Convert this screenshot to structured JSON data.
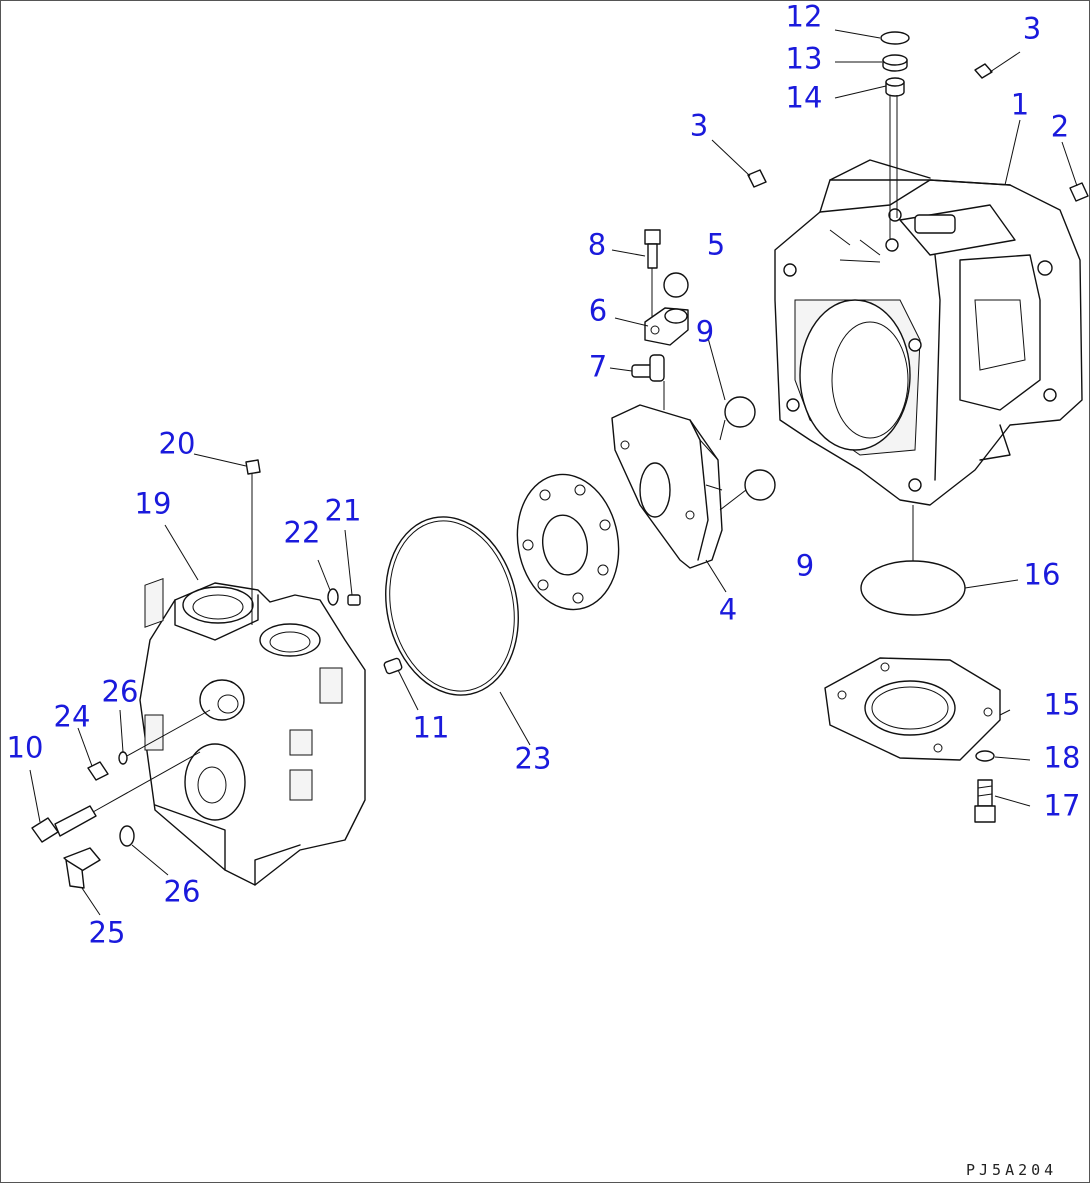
{
  "figure_code": "PJ5A204",
  "callouts": [
    {
      "id": "c12",
      "text": "12"
    },
    {
      "id": "c13",
      "text": "13"
    },
    {
      "id": "c14",
      "text": "14"
    },
    {
      "id": "c3a",
      "text": "3"
    },
    {
      "id": "c3b",
      "text": "3"
    },
    {
      "id": "c1",
      "text": "1"
    },
    {
      "id": "c2",
      "text": "2"
    },
    {
      "id": "c8",
      "text": "8"
    },
    {
      "id": "c5",
      "text": "5"
    },
    {
      "id": "c6",
      "text": "6"
    },
    {
      "id": "c9a",
      "text": "9"
    },
    {
      "id": "c7",
      "text": "7"
    },
    {
      "id": "c20",
      "text": "20"
    },
    {
      "id": "c19",
      "text": "19"
    },
    {
      "id": "c21",
      "text": "21"
    },
    {
      "id": "c22",
      "text": "22"
    },
    {
      "id": "c9b",
      "text": "9"
    },
    {
      "id": "c16",
      "text": "16"
    },
    {
      "id": "c4",
      "text": "4"
    },
    {
      "id": "c26a",
      "text": "26"
    },
    {
      "id": "c24",
      "text": "24"
    },
    {
      "id": "c10",
      "text": "10"
    },
    {
      "id": "c11",
      "text": "11"
    },
    {
      "id": "c23",
      "text": "23"
    },
    {
      "id": "c15",
      "text": "15"
    },
    {
      "id": "c18",
      "text": "18"
    },
    {
      "id": "c17",
      "text": "17"
    },
    {
      "id": "c26b",
      "text": "26"
    },
    {
      "id": "c25",
      "text": "25"
    }
  ],
  "colors": {
    "callout": "#1a1adc",
    "line": "#111111"
  }
}
